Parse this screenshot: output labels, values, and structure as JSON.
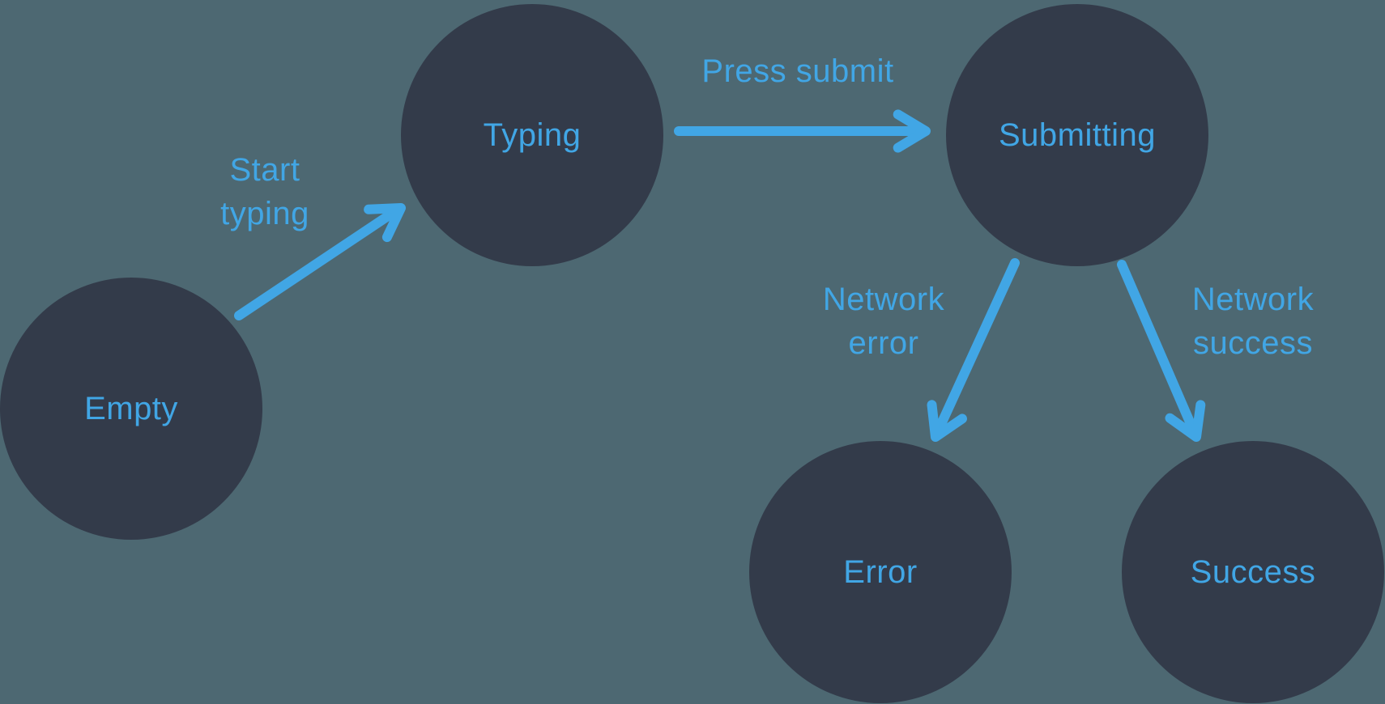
{
  "theme": {
    "background": "#4D6872",
    "node_fill": "#333B4A",
    "accent": "#41A6E5"
  },
  "diagram": {
    "type": "state-machine",
    "nodes": [
      {
        "id": "empty",
        "label": "Empty"
      },
      {
        "id": "typing",
        "label": "Typing"
      },
      {
        "id": "submitting",
        "label": "Submitting"
      },
      {
        "id": "error",
        "label": "Error"
      },
      {
        "id": "success",
        "label": "Success"
      }
    ],
    "edges": [
      {
        "id": "start-typing",
        "from": "empty",
        "to": "typing",
        "label": "Start typing"
      },
      {
        "id": "press-submit",
        "from": "typing",
        "to": "submitting",
        "label": "Press submit"
      },
      {
        "id": "network-error",
        "from": "submitting",
        "to": "error",
        "label": "Network error"
      },
      {
        "id": "network-success",
        "from": "submitting",
        "to": "success",
        "label": "Network success"
      }
    ]
  }
}
